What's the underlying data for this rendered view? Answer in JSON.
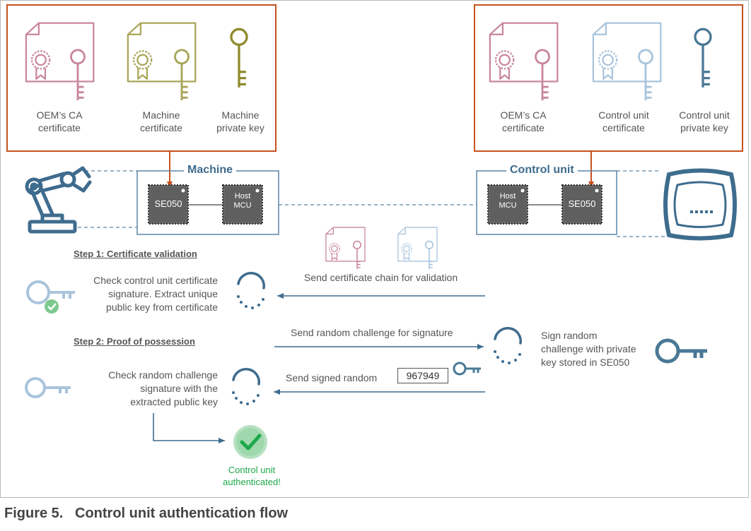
{
  "left_box": {
    "items": [
      {
        "label": "OEM’s CA\ncertificate"
      },
      {
        "label": "Machine\ncertificate"
      },
      {
        "label": "Machine\nprivate key"
      }
    ]
  },
  "right_box": {
    "items": [
      {
        "label": "OEM’s CA\ncertificate"
      },
      {
        "label": "Control unit\ncertificate"
      },
      {
        "label": "Control unit\nprivate key"
      }
    ]
  },
  "machine": {
    "title": "Machine",
    "chip_se": "SE050",
    "chip_host_line1": "Host",
    "chip_host_line2": "MCU"
  },
  "control_unit": {
    "title": "Control unit",
    "chip_se": "SE050",
    "chip_host_line1": "Host",
    "chip_host_line2": "MCU"
  },
  "step1": {
    "title": "Step 1: Certificate validation",
    "check_text": "Check control unit certificate\nsignature. Extract unique\npublic key from certificate",
    "send_text": "Send certificate chain for validation"
  },
  "step2": {
    "title": "Step 2: Proof of possession",
    "send_challenge": "Send random challenge for signature",
    "sign_text": "Sign random\nchallenge with private\nkey stored in SE050",
    "send_signed": "Send signed random",
    "random_value": "967949",
    "check_text": "Check random challenge\nsignature with the\nextracted public key"
  },
  "result": {
    "text": "Control unit\nauthenticated!"
  },
  "caption": "Figure 5.   Control unit authentication flow",
  "colors": {
    "orange_border": "#c8511e",
    "rose": "#c9879b",
    "olive": "#a8a557",
    "olive_dark": "#8f8b2c",
    "light_blue": "#a9c4dc",
    "steel_blue": "#3e6c8e",
    "green": "#1ea84a"
  }
}
